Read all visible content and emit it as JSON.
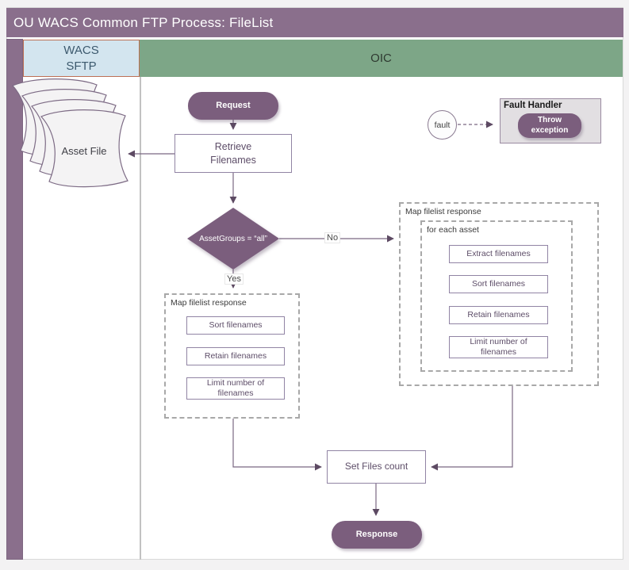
{
  "title": "OU WACS Common FTP Process: FileList",
  "lanes": {
    "left": {
      "label": "WACS\nSFTP"
    },
    "right": {
      "label": "OIC"
    }
  },
  "nodes": {
    "asset_file": "Asset File",
    "request": "Request",
    "retrieve": "Retrieve\nFilenames",
    "decision": "AssetGroups = “all”",
    "fault": "fault",
    "fault_handler": {
      "title": "Fault Handler",
      "throw": "Throw\nexception"
    },
    "map_left": {
      "title": "Map filelist response",
      "steps": [
        "Sort filenames",
        "Retain filenames",
        "Limit number of filenames"
      ]
    },
    "map_right": {
      "title": "Map filelist response",
      "loop_title": "for each asset",
      "steps": [
        "Extract filenames",
        "Sort filenames",
        "Retain filenames",
        "Limit number of filenames"
      ]
    },
    "set_files": "Set Files count",
    "response": "Response"
  },
  "edges": {
    "no": "No",
    "yes": "Yes"
  },
  "colors": {
    "title_bar": "#8a6f8c",
    "lane_strip": "#8a6f8c",
    "lane_left_fill": "#d3e5ef",
    "lane_left_border": "#bd7055",
    "lane_right_fill": "#7da687",
    "shape_purple": "#7b5e7d",
    "shape_border": "#9184a4",
    "shape_text": "#5d4d68",
    "connector": "#7a6882",
    "fault_box_fill": "#e2dfe2"
  }
}
